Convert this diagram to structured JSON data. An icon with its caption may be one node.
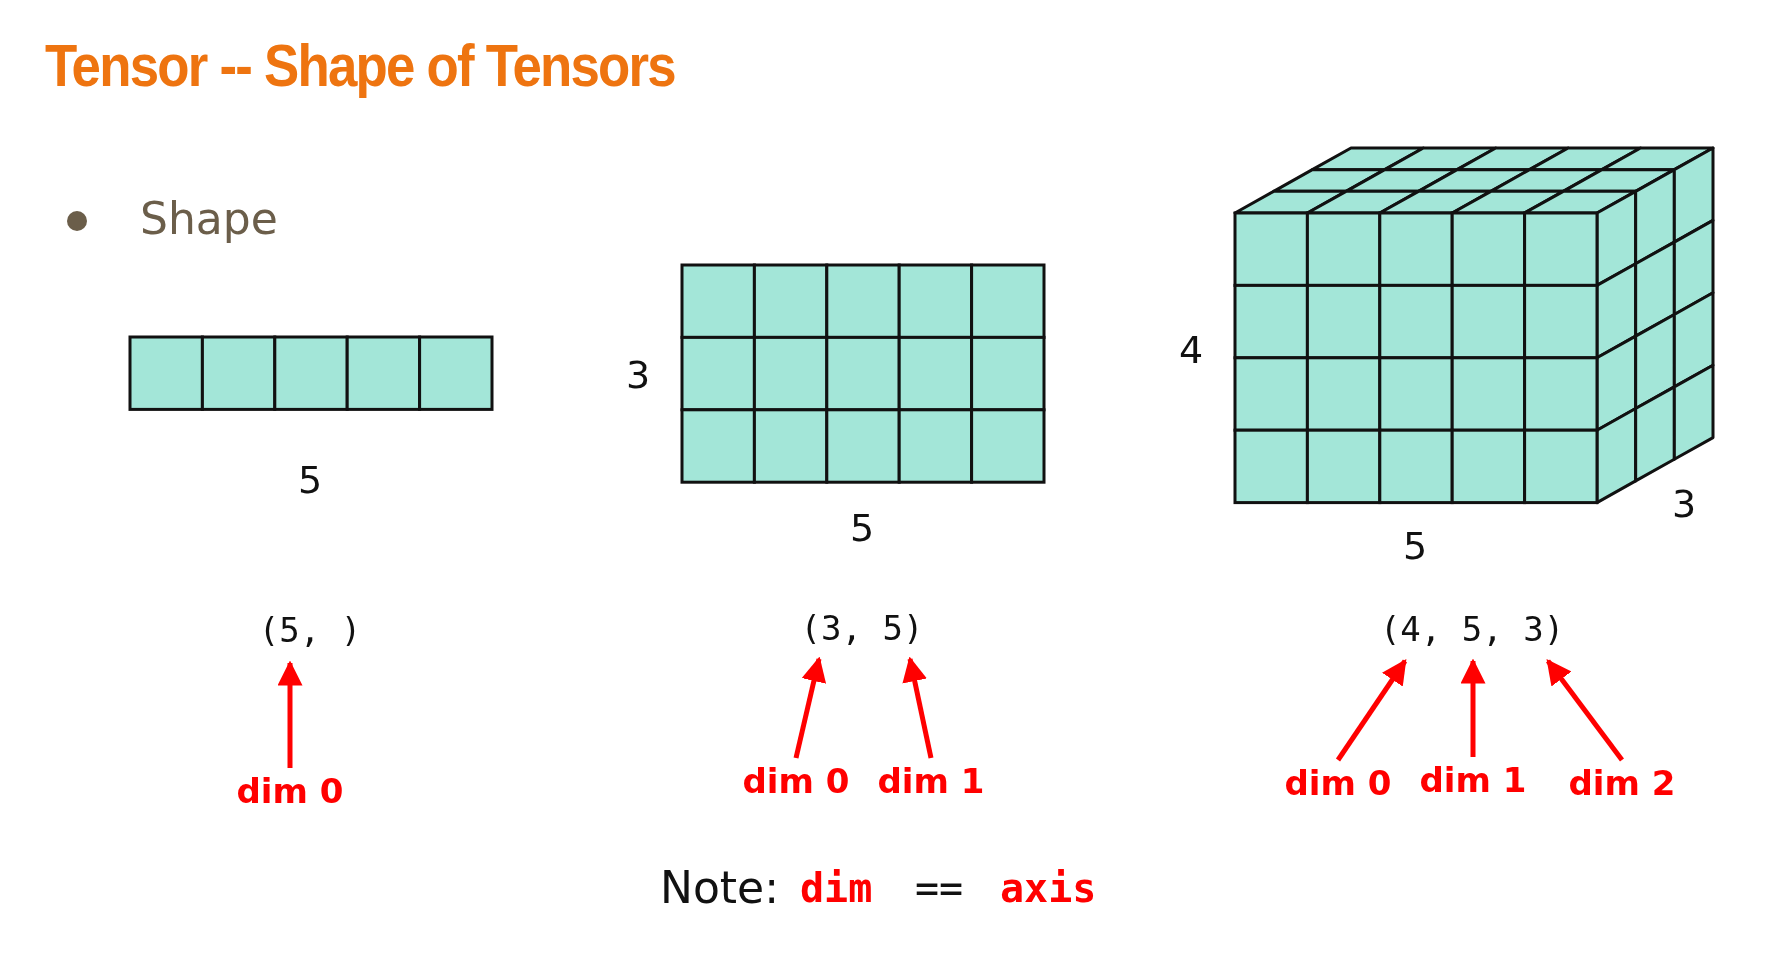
{
  "diagram": {
    "title": "Tensor -- Shape of Tensors",
    "nodes": [
      {
        "text": [
          "(5, )"
        ]
      },
      {
        "text": [
          "dim 0"
        ]
      },
      {
        "text": [
          "(3, 5)"
        ]
      },
      {
        "text": [
          "dim 0"
        ]
      },
      {
        "text": [
          "dim 1"
        ]
      },
      {
        "text": [
          "(4, 5, 3)"
        ]
      },
      {
        "text": [
          "dim 0"
        ]
      },
      {
        "text": [
          "dim 1"
        ]
      },
      {
        "text": [
          "dim 2"
        ]
      }
    ],
    "edges": [
      {
        "from": 1,
        "to": 0,
        "arrow": "to"
      },
      {
        "from": 3,
        "to": 2,
        "arrow": "to"
      },
      {
        "from": 4,
        "to": 2,
        "arrow": "to"
      },
      {
        "from": 6,
        "to": 5,
        "arrow": "to"
      },
      {
        "from": 7,
        "to": 5,
        "arrow": "to"
      },
      {
        "from": 8,
        "to": 5,
        "arrow": "to"
      }
    ],
    "labels": [
      "Shape",
      "5",
      "3",
      "5",
      "4",
      "5",
      "3",
      "Note:",
      "dim",
      "==",
      "axis"
    ]
  }
}
